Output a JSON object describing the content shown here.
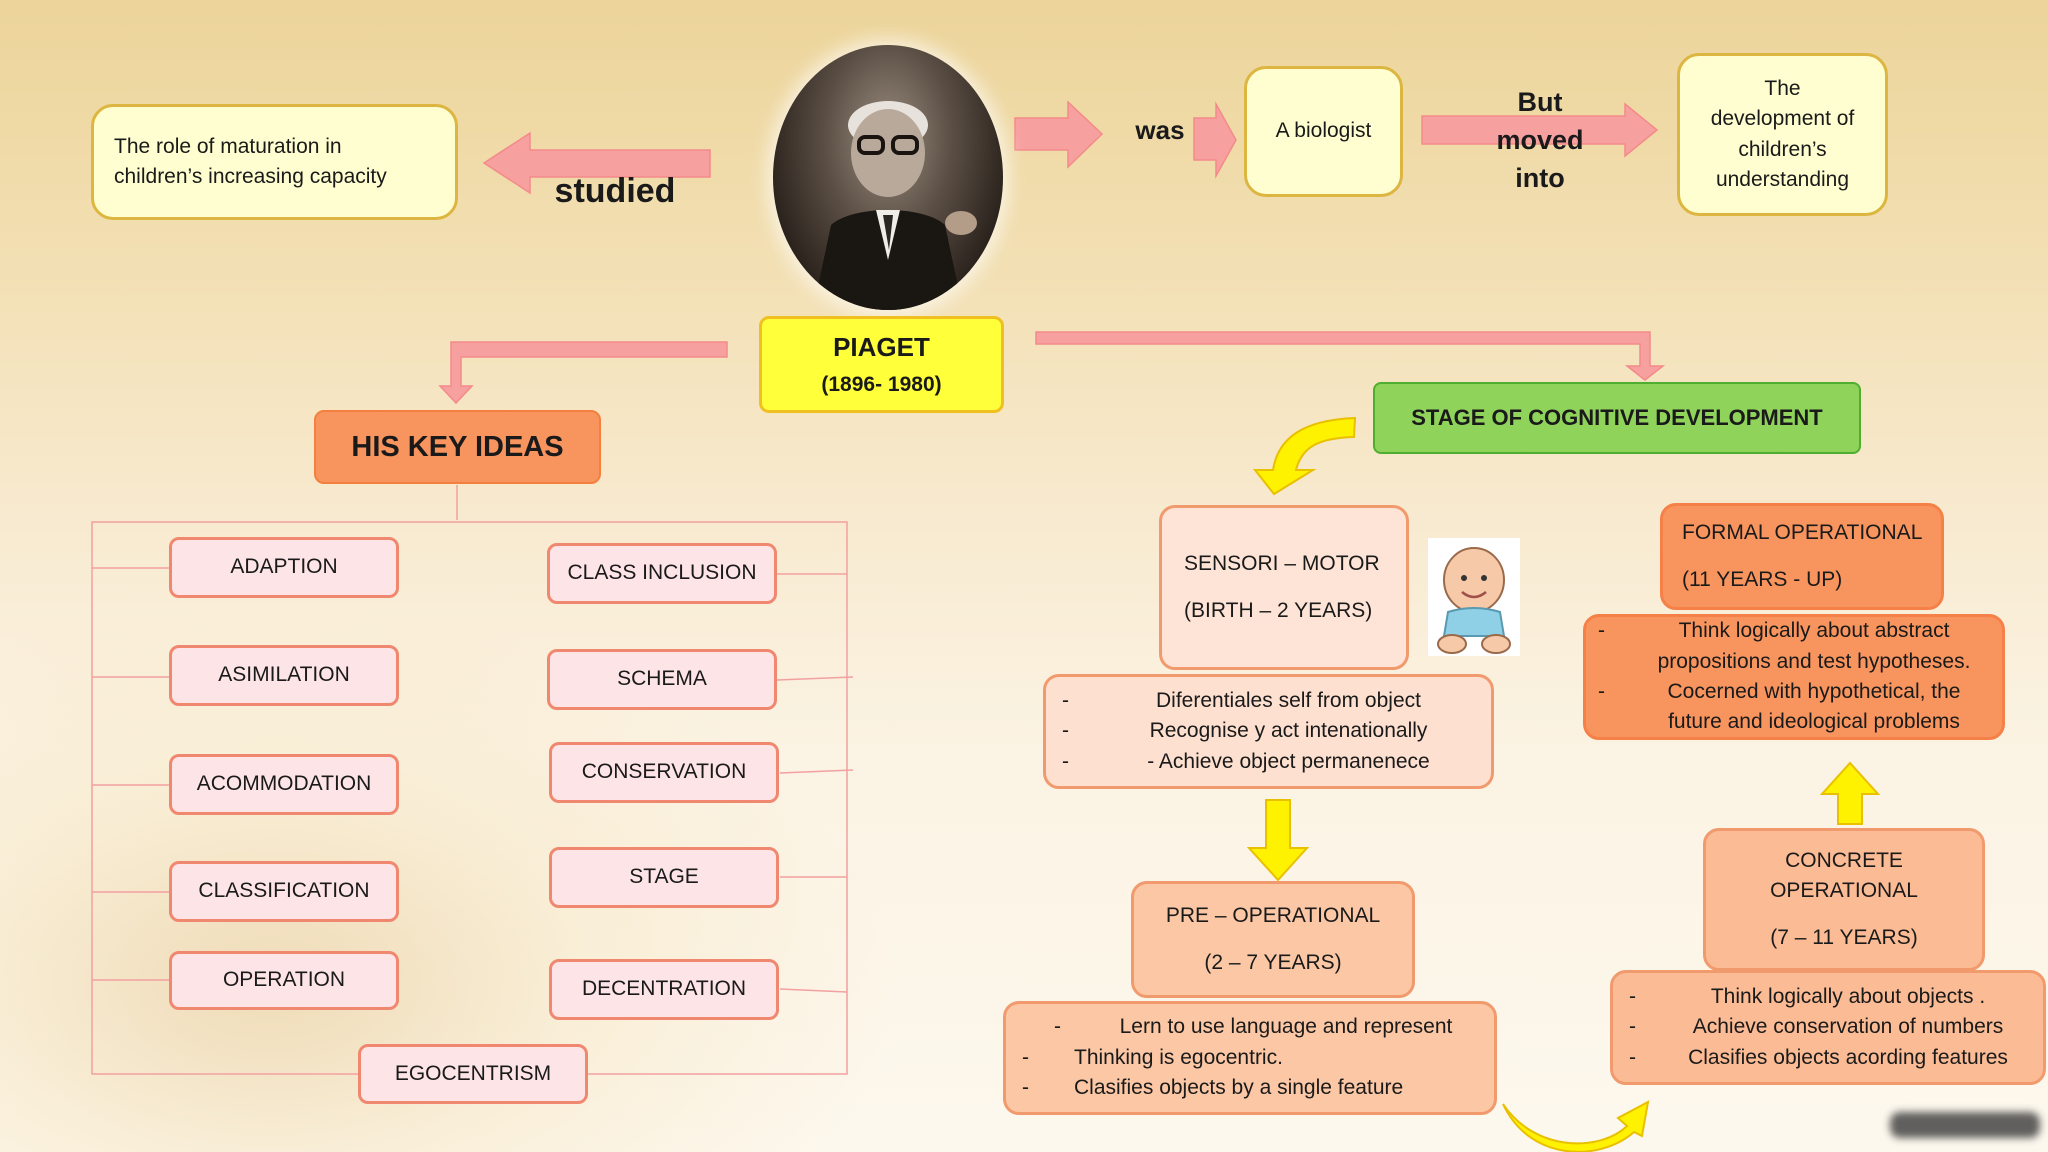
{
  "center": {
    "name": "PIAGET",
    "years": "(1896- 1980)"
  },
  "top": {
    "studied_label": "studied",
    "studied_box": [
      "The role of maturation in",
      "children’s increasing capacity"
    ],
    "was_label": "was",
    "biologist": "A biologist",
    "moved_label": [
      "But",
      "moved",
      "into"
    ],
    "development_box": [
      "The",
      "development of",
      "children’s",
      "understanding"
    ]
  },
  "key_ideas": {
    "title": "HIS KEY IDEAS",
    "left": [
      "ADAPTION",
      "ASIMILATION",
      "ACOMMODATION",
      "CLASSIFICATION",
      "OPERATION"
    ],
    "right": [
      "CLASS INCLUSION",
      "SCHEMA",
      "CONSERVATION",
      "STAGE",
      "DECENTRATION"
    ],
    "bottom": "EGOCENTRISM"
  },
  "stages": {
    "title": "STAGE OF COGNITIVE DEVELOPMENT",
    "sensorimotor": {
      "name": "SENSORI – MOTOR",
      "age": "(BIRTH – 2 YEARS)",
      "traits": [
        "Diferentiales self from object",
        "Recognise y act intenationally",
        "- Achieve object permanenece"
      ]
    },
    "preoperational": {
      "name": "PRE – OPERATIONAL",
      "age": "(2 – 7 YEARS)",
      "traits": [
        "Lern to use language and represent",
        "Thinking is egocentric.",
        "Clasifies objects by a single feature"
      ]
    },
    "concrete": {
      "name": [
        "CONCRETE",
        "OPERATIONAL"
      ],
      "age": "(7 – 11 YEARS)",
      "traits": [
        "Think logically about objects .",
        "Achieve conservation of numbers",
        "Clasifies objects acording features"
      ]
    },
    "formal": {
      "name": "FORMAL OPERATIONAL",
      "age": "(11 YEARS - UP)",
      "traits": [
        "Think logically about abstract propositions and test hypotheses.",
        "Cocerned with hypothetical, the future and ideological problems"
      ]
    }
  },
  "colors": {
    "yellow_box": "#fffed0",
    "pink_arrow": "#f7a0a0",
    "yellow_arrow": "#fff200",
    "green_box": "#8fd35a",
    "orange_box": "#f8945d",
    "peach_box": "#fbc7a5"
  }
}
